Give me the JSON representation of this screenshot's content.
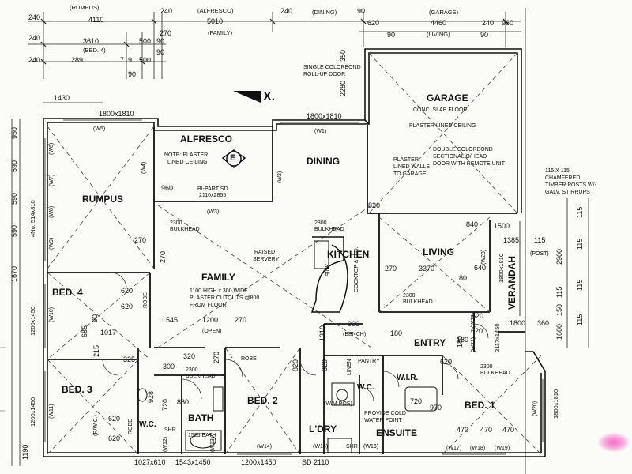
{
  "rooms": {
    "alfresco": "ALFRESCO",
    "dining": "DINING",
    "garage": "GARAGE",
    "rumpus": "RUMPUS",
    "kitchen": "KITCHEN",
    "living": "LIVING",
    "family": "FAMILY",
    "verandah": "VERANDAH",
    "bed4": "BED. 4",
    "bed3": "BED. 3",
    "bed2": "BED. 2",
    "bed1": "BED. 1",
    "bath": "BATH",
    "wc1": "W.C.",
    "wc2": "W.C.",
    "ldry": "L'DRY",
    "ensuite": "ENSUITE",
    "entry": "ENTRY",
    "wir": "W.I.R.",
    "pantry": "PANTRY",
    "linen": "LINEN"
  },
  "marker": "X.",
  "elevation_marker": "E",
  "notes": {
    "single_door_1": "SINGLE COLORBOND",
    "single_door_2": "ROLL-UP DOOR",
    "garage_floor": "CONC. SLAB FLOOR",
    "garage_ceiling": "PLASTER LINED CEILING",
    "double_door_1": "DOUBLE COLORBOND",
    "double_door_2": "SECTIONAL O/HEAD",
    "double_door_3": "DOOR WITH REMOTE UNIT",
    "plaster_walls_1": "PLASTER",
    "plaster_walls_2": "LINED WALLS",
    "plaster_walls_3": "TO GARAGE",
    "alfresco_note_1": "NOTE: PLASTER",
    "alfresco_note_2": "LINED CEILING",
    "bipart_1": "BI-PART SD",
    "bipart_2": "2110x2855",
    "timber_1": "115 X 115",
    "timber_2": "CHAMFERED",
    "timber_3": "TIMBER POSTS W/-",
    "timber_4": "GALV. STIRRUPS",
    "bulkhead_1": "2300",
    "bulkhead_2": "BULKHEAD",
    "bulkhead_3": "2300",
    "bulkhead_4": "BULKHEAD",
    "bulkhead_5": "2300",
    "bulkhead_6": "BULKHEAD",
    "bulkhead_7": "2300",
    "bulkhead_8": "BULKHEAD",
    "bulkhead_9": "2300",
    "bulkhead_10": "BULKHEAD",
    "raised_1": "RAISED",
    "raised_2": "SERVERY",
    "cutouts_1": "1100 HIGH x 300 WIDE",
    "cutouts_2": "PLASTER CUTOUTS @800",
    "cutouts_3": "FROM FLOOR",
    "cold_1": "PROVIDE COLD",
    "cold_2": "WATER POINT",
    "post": "(POST)",
    "open": "(OPEN)",
    "sink": "SINK",
    "cooktop": "COOKTOP & U.O.",
    "robe1": "ROBE",
    "robe2": "ROBE",
    "robe3": "ROBE",
    "bench": "(BENCH)",
    "rwc": "(R/W.C.)",
    "wm": "(W/M POS)",
    "shr1": "SHR",
    "shr2": "SHR",
    "bath1525": "1525 BATH"
  },
  "top_dims": {
    "r1_labels": [
      "(RUMPUS)",
      "(ALFRESCO)",
      "(DINING)",
      "(GARAGE)"
    ],
    "r1_values": [
      "240",
      "4110",
      "240",
      "5010",
      "240",
      "90",
      "4460",
      "240",
      "960"
    ],
    "r2_labels": [
      "(FAMILY)",
      "(LIVING)"
    ],
    "r2_values": [
      "240",
      "270",
      "620",
      "90",
      "90"
    ],
    "r3_values": [
      "3610",
      "500",
      "90"
    ],
    "r3_label": "(BED. 4)",
    "r4_values": [
      "240",
      "2891",
      "719",
      "500",
      "90",
      "90"
    ],
    "garage_depth": "2280",
    "garage_350": "350",
    "top_1430": "1430",
    "w_1800a": "1800x1810",
    "w_1800b": "1800x1810"
  },
  "left_dims": [
    "950",
    "590",
    "590",
    "1670",
    "590",
    "1200x1450",
    "1200x1450",
    "1190"
  ],
  "left_window": "4No. 514x810",
  "right_dims": [
    "115",
    "115",
    "115",
    "2900",
    "115",
    "150",
    "115",
    "1600",
    "1500",
    "1385",
    "115",
    "1800",
    "360",
    "2117x1450",
    "1800x1810",
    "1800x1810",
    "840",
    "640"
  ],
  "interior_dims": [
    "960",
    "820",
    "270",
    "270",
    "3370",
    "180",
    "180",
    "270",
    "900",
    "1310",
    "1545",
    "1200",
    "270",
    "685",
    "1017",
    "90",
    "215",
    "325",
    "300",
    "320",
    "270",
    "620",
    "620",
    "620",
    "620",
    "620",
    "928",
    "860",
    "720",
    "720",
    "970",
    "470",
    "470",
    "470",
    "180",
    "180",
    "820",
    "820",
    "620",
    "620"
  ],
  "bottom_dims": [
    "1027x610",
    "1543x1450",
    "1200x1450",
    "SD 2110"
  ],
  "windows": [
    "(W5)",
    "(W4)",
    "(W1)",
    "(W2)",
    "(W3)",
    "(W6)",
    "(W7)",
    "(W8)",
    "(W9)",
    "(W10)",
    "(W11)",
    "(W12)",
    "(W13)",
    "(W14)",
    "(W15)",
    "(W16)",
    "(W17)",
    "(W18)",
    "(W19)",
    "(W20)",
    "(W21)",
    "(W22)",
    "(W23)"
  ]
}
